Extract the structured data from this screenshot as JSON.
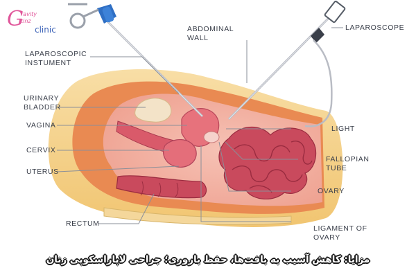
{
  "logo": {
    "letter": "G",
    "word1": "ravity",
    "word2": "tinz",
    "word3": "clinic"
  },
  "labels": {
    "laparoscopic_instrument": "LAPAROSCOPIC INSTUMENT",
    "abdominal_wall": "ABDOMINAL WALL",
    "laparoscope": "LAPAROSCOPE",
    "urinary_bladder": "URINARY BLADDER",
    "vagina": "VAGINA",
    "cervix": "CERVIX",
    "uterus": "UTERUS",
    "rectum": "RECTUM",
    "light": "LIGHT",
    "fallopian_tube": "FALLOPIAN TUBE",
    "ovary": "OVARY",
    "ligament_of_ovary": "LIGAMENT OF OVARY"
  },
  "caption": "مزایا: کاهش آسیب به بافت‌ها، حفظ باروری؛ جراحی  لاپاراسکوپی زنان",
  "colors": {
    "skin": "#f6d38d",
    "muscle": "#e98a52",
    "cavity": "#f2b3a7",
    "organ_dark": "#c94a5d",
    "organ_light": "#e7727c",
    "instrument_handle": "#2f6fc4",
    "label_text": "#3a3f4a",
    "leader_line": "#8a8f99",
    "logo_pink": "#e0569a",
    "logo_blue": "#3d63b8"
  }
}
